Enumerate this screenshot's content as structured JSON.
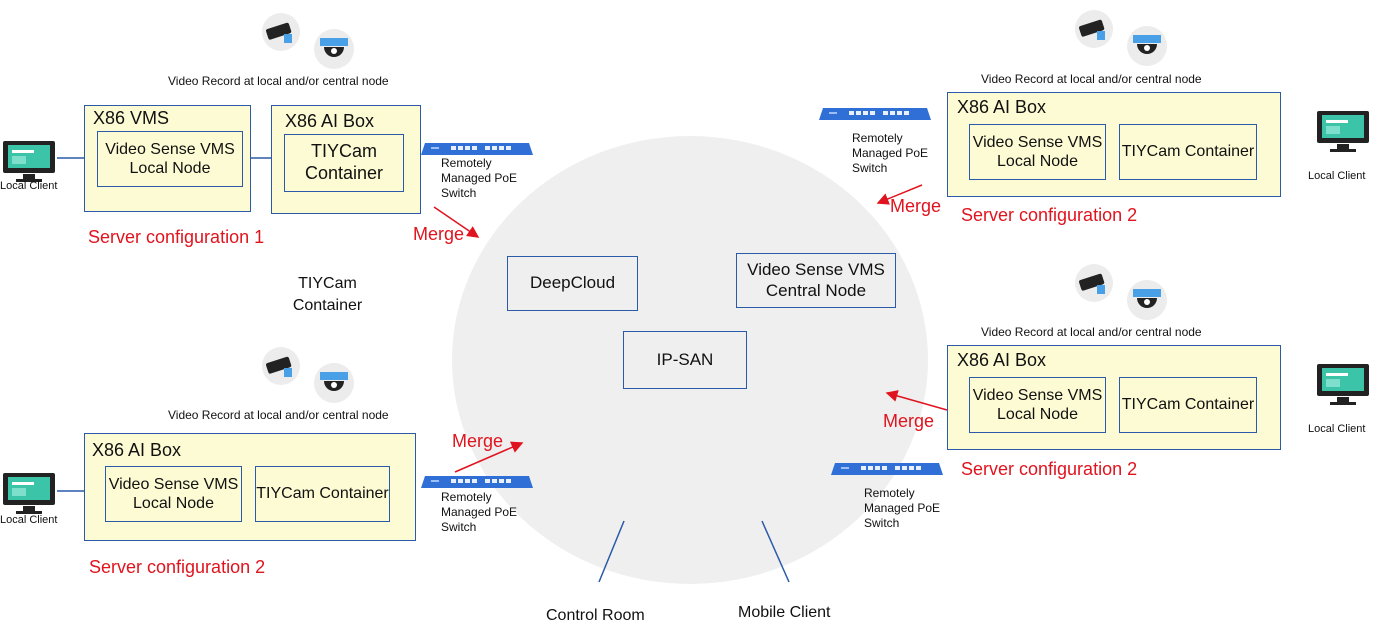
{
  "core": {
    "deepcloud": "DeepCloud",
    "vms_central": "Video Sense VMS Central Node",
    "ipsan": "IP-SAN"
  },
  "middle_label": "TIYCam Container",
  "bottom": {
    "control_room": "Control Room",
    "mobile_client": "Mobile Client"
  },
  "common": {
    "record_caption": "Video Record at local and/or central node",
    "local_client": "Local Client",
    "switch_label": "Remotely Managed PoE Switch",
    "merge": "Merge"
  },
  "config1": {
    "vms_title": "X86 VMS",
    "vms_inner": "Video Sense VMS Local Node",
    "ai_title": "X86 AI Box",
    "ai_inner": "TIYCam Container",
    "label": "Server configuration 1"
  },
  "config2_left": {
    "title": "X86 AI Box",
    "inner1": "Video Sense VMS Local Node",
    "inner2": "TIYCam Container",
    "label": "Server configuration 2"
  },
  "config2_top_right": {
    "title": "X86 AI Box",
    "inner1": "Video Sense VMS Local Node",
    "inner2": "TIYCam Container",
    "label": "Server configuration 2"
  },
  "config2_bottom_right": {
    "title": "X86 AI Box",
    "inner1": "Video Sense VMS Local Node",
    "inner2": "TIYCam Container",
    "label": "Server configuration 2"
  },
  "colors": {
    "accent_red": "#e0141e",
    "box_border": "#2a5aa8",
    "box_fill": "#fdfbd3",
    "switch_blue": "#2f6fd6",
    "cloud": "#efefef"
  }
}
